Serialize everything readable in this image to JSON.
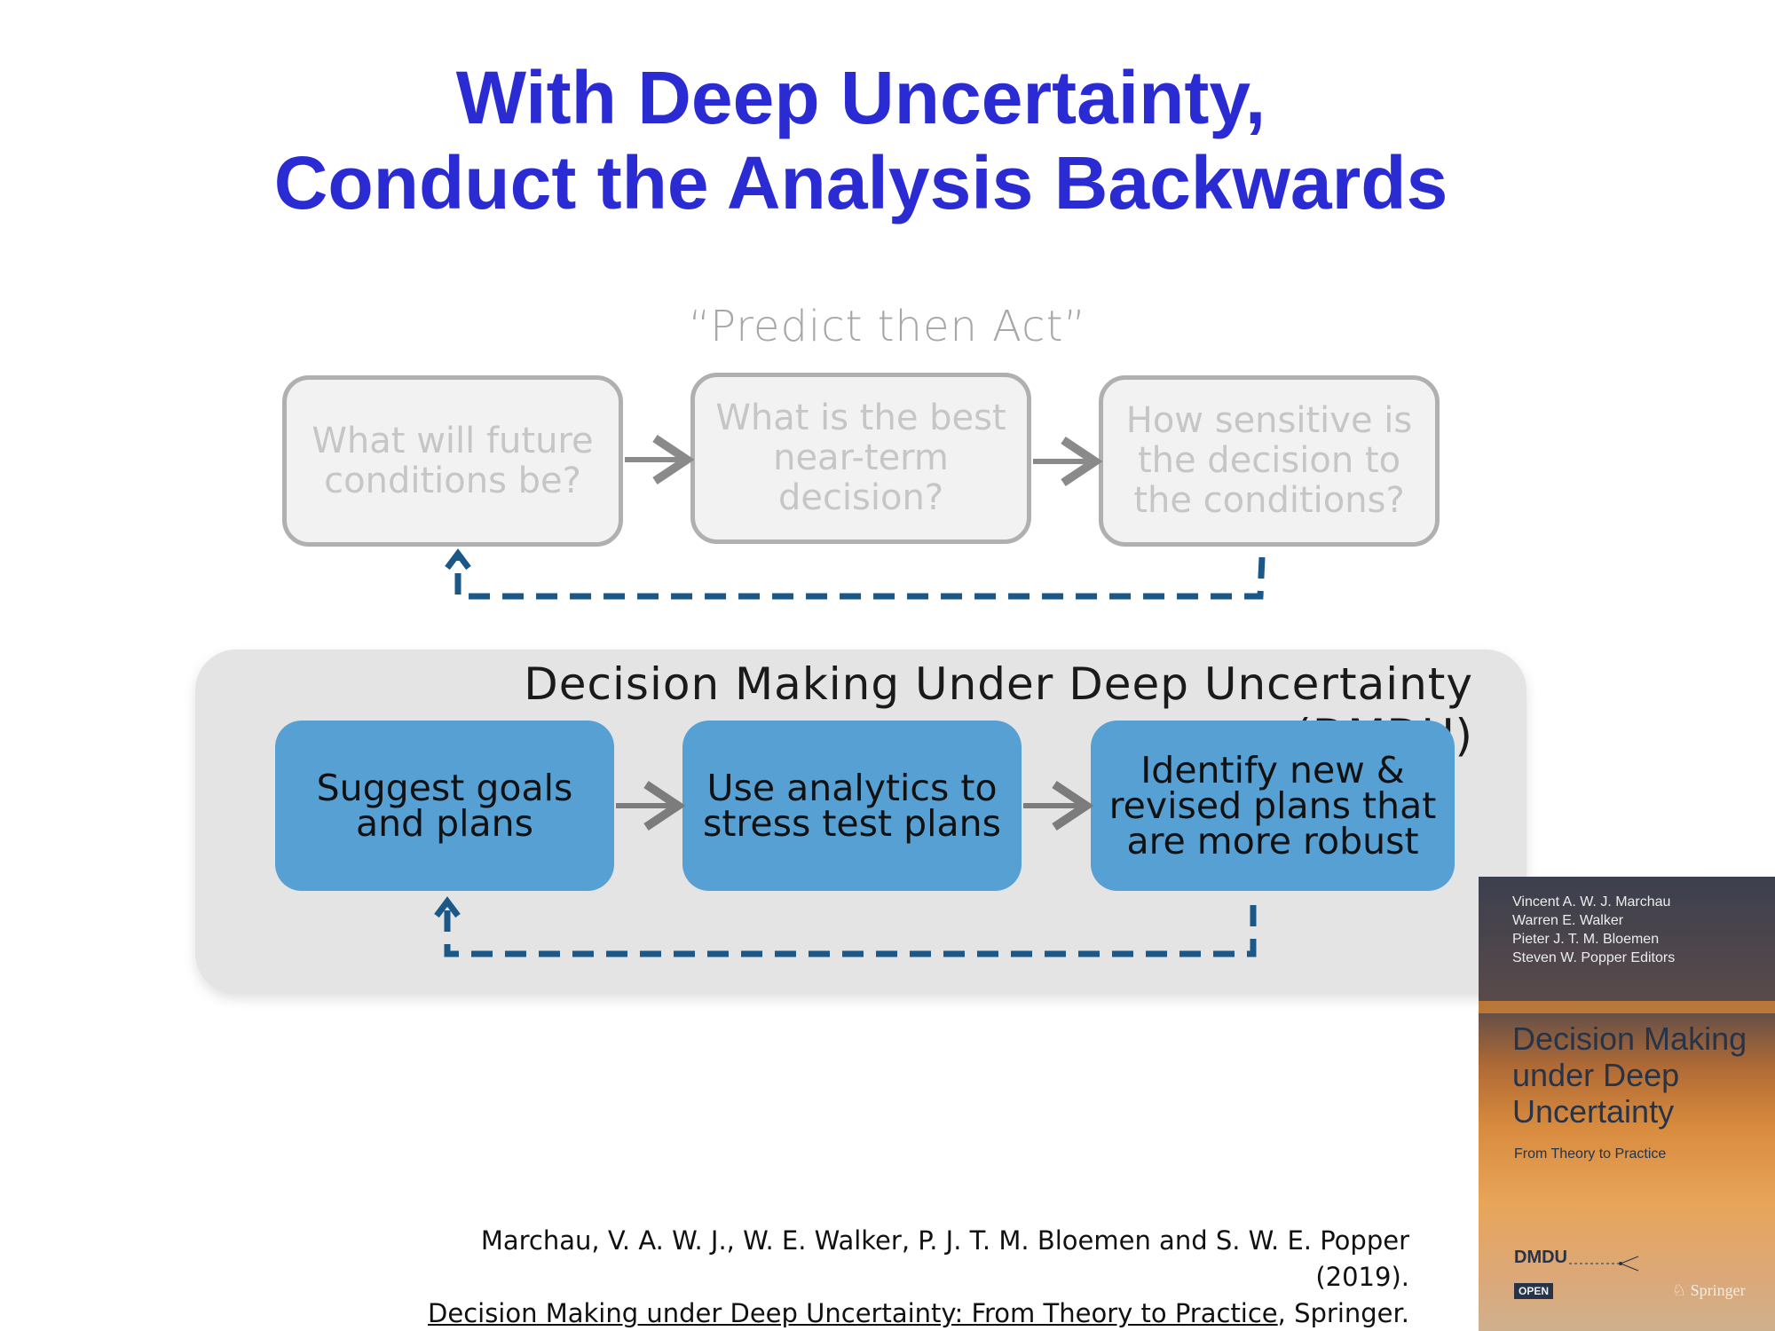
{
  "slide": {
    "title_line1": "With Deep Uncertainty,",
    "title_line2": "Conduct the Analysis Backwards"
  },
  "predict_then_act": {
    "label": "“Predict then Act”",
    "steps": [
      "What will future conditions be?",
      "What is the best near-term decision?",
      "How sensitive is the decision to the conditions?"
    ]
  },
  "dmdu": {
    "label": "Decision Making Under Deep Uncertainty (DMDU)",
    "steps": [
      "Suggest goals and plans",
      "Use analytics to stress test plans",
      "Identify new & revised plans that are more robust"
    ]
  },
  "citation": {
    "line1": "Marchau, V. A. W. J., W. E. Walker, P. J. T. M. Bloemen and S. W. E. Popper (2019).",
    "book_title": "Decision Making under Deep Uncertainty: From Theory to Practice",
    "publisher_suffix": ", Springer."
  },
  "book_cover": {
    "authors": [
      "Vincent A. W. J. Marchau",
      "Warren E. Walker",
      "Pieter J. T. M. Bloemen",
      "Steven W. Popper  Editors"
    ],
    "title_lines": [
      "Decision Making",
      "under Deep",
      "Uncertainty"
    ],
    "subtitle": "From Theory to Practice",
    "series_logo": "DMDU",
    "open_badge": "OPEN",
    "publisher": "Springer"
  },
  "colors": {
    "title": "#2b2bd4",
    "grey_box_border": "#b0b0b0",
    "grey_box_text": "#c6c6c6",
    "blue_box": "#57a0d3",
    "feedback_arrow": "#1b5888",
    "panel": "#e4e4e4"
  }
}
